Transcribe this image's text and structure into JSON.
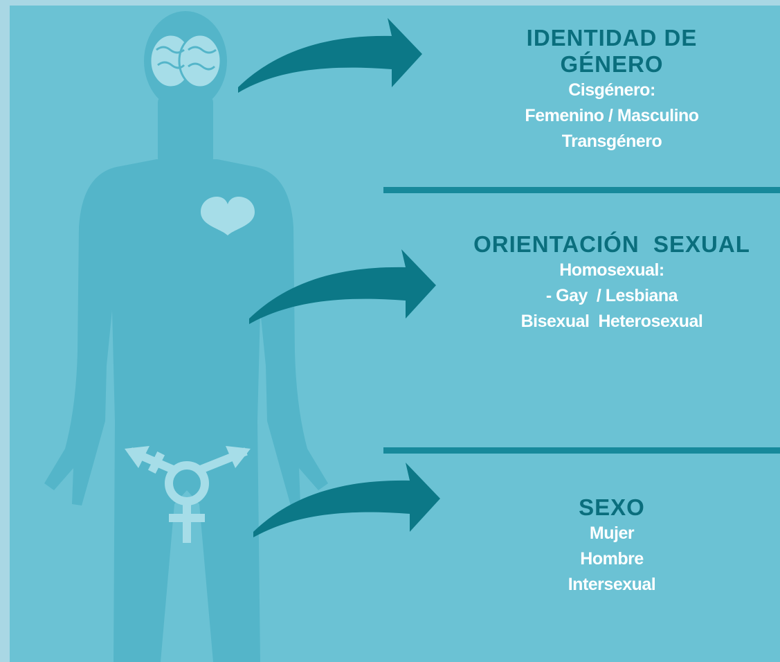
{
  "colors": {
    "page_frame": "#a9d7e4",
    "background": "#6bc2d4",
    "silhouette": "#54b5c9",
    "accent_dark": "#0a6e7d",
    "divider": "#17899b",
    "icon_light": "#a6dde8",
    "text_light": "#ffffff"
  },
  "icons": [
    "brain-icon",
    "heart-icon",
    "transgender-symbol-icon",
    "curved-arrow-icon"
  ],
  "sections": {
    "identidad": {
      "title_1": "IDENTIDAD DE",
      "title_2": "GÉNERO",
      "line_1": "Cisgénero:",
      "line_2": "Femenino / Masculino",
      "line_3": "Transgénero"
    },
    "orientacion": {
      "title": "ORIENTACIÓN  SEXUAL",
      "line_1": "Homosexual:",
      "line_2": "- Gay  / Lesbiana",
      "line_3": "Bisexual  Heterosexual"
    },
    "sexo": {
      "title": "SEXO",
      "line_1": "Mujer",
      "line_2": "Hombre",
      "line_3": "Intersexual"
    }
  }
}
